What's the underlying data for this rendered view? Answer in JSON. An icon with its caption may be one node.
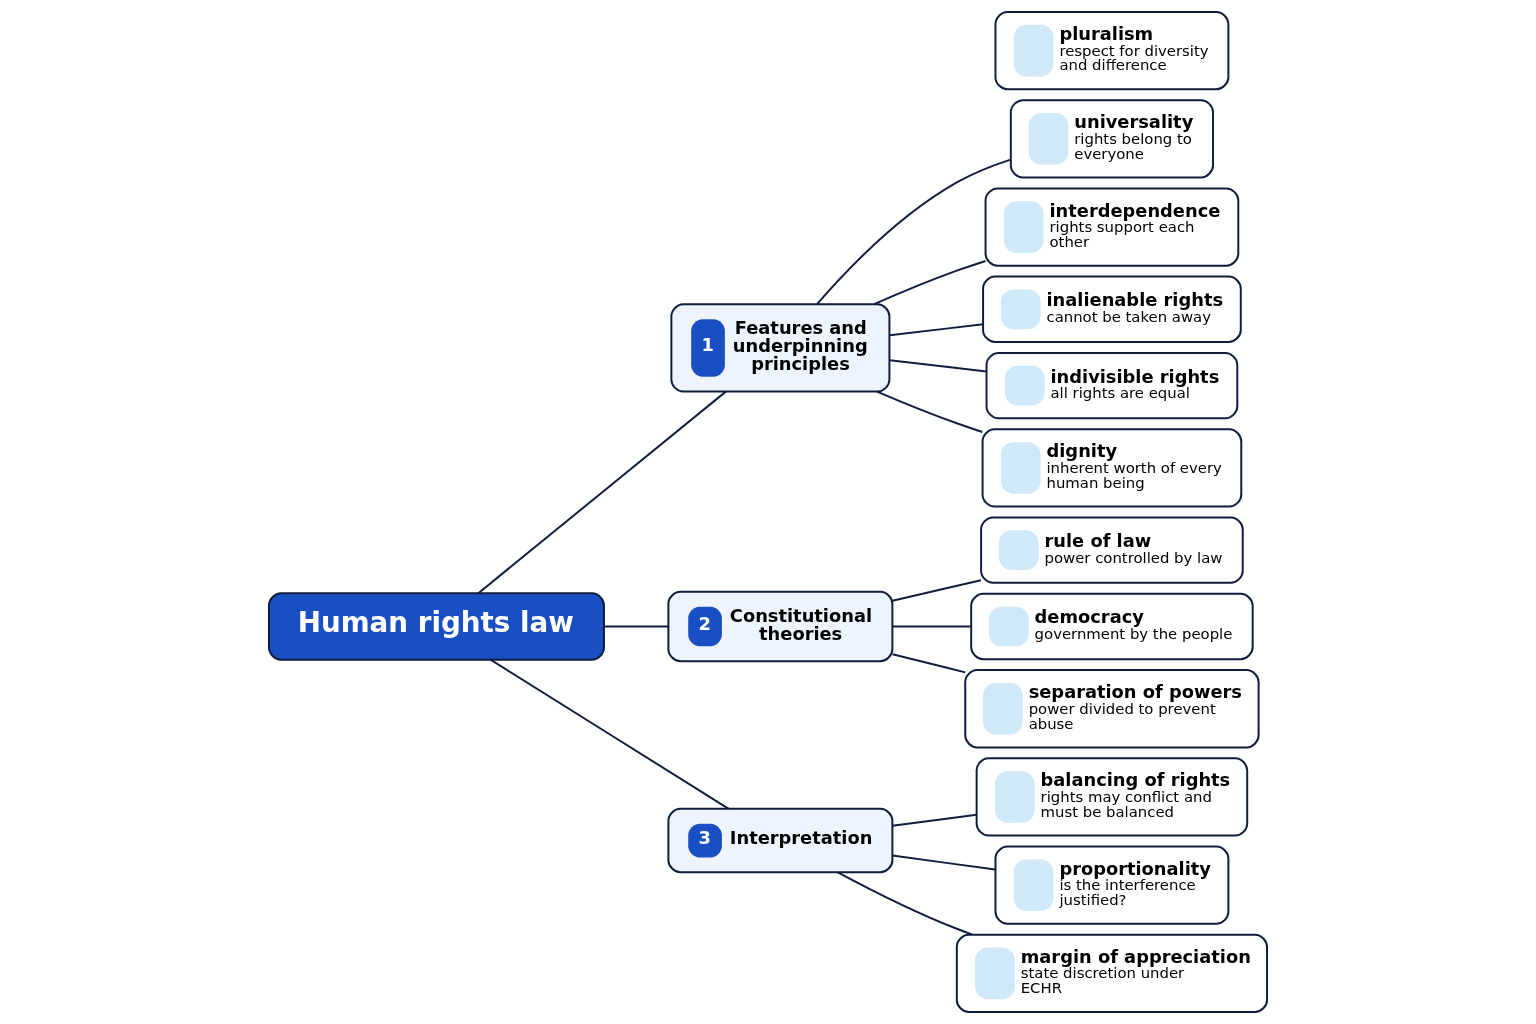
{
  "diagram": {
    "nodes": [
      {
        "text": [
          "Human rights law"
        ]
      },
      {
        "text": [
          "1",
          "Features and underpinning principles"
        ]
      },
      {
        "text": [
          "2",
          "Constitutional theories"
        ]
      },
      {
        "text": [
          "3",
          "Interpretation"
        ]
      },
      {
        "text": [
          "universality",
          "rights belong to everyone"
        ]
      },
      {
        "text": [
          "interdependence",
          "rights support each other"
        ]
      },
      {
        "text": [
          "inalienable rights",
          "cannot be taken away"
        ]
      },
      {
        "text": [
          "indivisible rights",
          "all rights are equal"
        ]
      },
      {
        "text": [
          "dignity",
          "inherent worth of every human being"
        ]
      },
      {
        "text": [
          "pluralism",
          "respect for diversity and difference"
        ]
      },
      {
        "text": [
          "rule of law",
          "power controlled by law"
        ]
      },
      {
        "text": [
          "democracy",
          "government by the people"
        ]
      },
      {
        "text": [
          "separation of powers",
          "power divided to prevent abuse"
        ]
      },
      {
        "text": [
          "balancing of rights",
          "rights may conflict and must be balanced"
        ]
      },
      {
        "text": [
          "proportionality",
          "is the interference justified?"
        ]
      },
      {
        "text": [
          "margin of appreciation",
          "state discretion under ECHR"
        ]
      }
    ],
    "edges": [
      {
        "from": 0,
        "to": 1,
        "arrow": "none"
      },
      {
        "from": 0,
        "to": 2,
        "arrow": "none"
      },
      {
        "from": 0,
        "to": 3,
        "arrow": "none"
      },
      {
        "from": 1,
        "to": 4,
        "arrow": "none"
      },
      {
        "from": 1,
        "to": 5,
        "arrow": "none"
      },
      {
        "from": 1,
        "to": 6,
        "arrow": "none"
      },
      {
        "from": 1,
        "to": 7,
        "arrow": "none"
      },
      {
        "from": 1,
        "to": 8,
        "arrow": "none"
      },
      {
        "from": 2,
        "to": 10,
        "arrow": "none"
      },
      {
        "from": 2,
        "to": 11,
        "arrow": "none"
      },
      {
        "from": 2,
        "to": 12,
        "arrow": "none"
      },
      {
        "from": 3,
        "to": 13,
        "arrow": "none"
      },
      {
        "from": 3,
        "to": 14,
        "arrow": "none"
      },
      {
        "from": 3,
        "to": 15,
        "arrow": "none"
      }
    ]
  }
}
